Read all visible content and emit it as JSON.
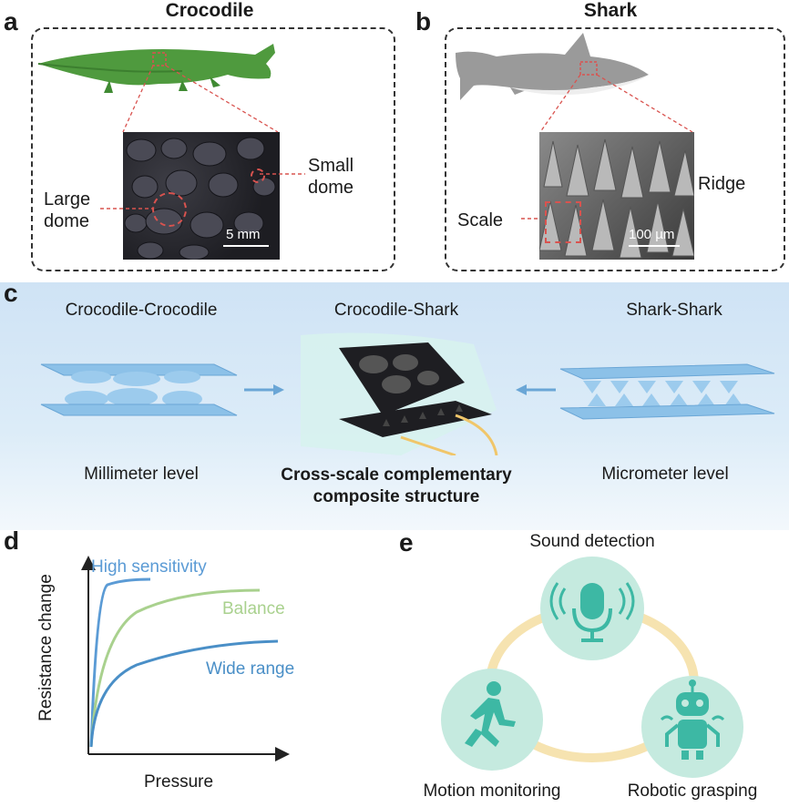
{
  "panel_a": {
    "letter": "a",
    "title": "Crocodile",
    "label_small_dome": "Small\ndome",
    "label_large_dome": "Large\ndome",
    "scalebar": "5 mm"
  },
  "panel_b": {
    "letter": "b",
    "title": "Shark",
    "label_ridge": "Ridge",
    "label_scale": "Scale",
    "scalebar": "100 µm"
  },
  "panel_c": {
    "letter": "c",
    "left_title": "Crocodile-Crocodile",
    "center_title": "Crocodile-Shark",
    "right_title": "Shark-Shark",
    "left_caption": "Millimeter level",
    "center_caption_1": "Cross-scale complementary",
    "center_caption_2": "composite structure",
    "right_caption": "Micrometer level"
  },
  "panel_d": {
    "letter": "d",
    "ylabel": "Resistance change",
    "xlabel": "Pressure",
    "curves": [
      {
        "label": "High sensitivity",
        "color": "#5b9bd5"
      },
      {
        "label": "Balance",
        "color": "#a9d18e"
      },
      {
        "label": "Wide range",
        "color": "#4a8fc7"
      }
    ]
  },
  "panel_e": {
    "letter": "e",
    "top": "Sound detection",
    "left": "Motion monitoring",
    "right": "Robotic grasping",
    "ring_color": "#f6e3b0",
    "circle_color": "#c5eadf",
    "icon_color": "#3db8a4"
  }
}
